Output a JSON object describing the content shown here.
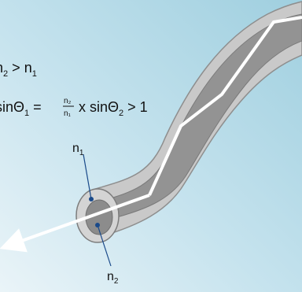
{
  "colors": {
    "bg_top_right": "#a9d4e2",
    "bg_bottom_left": "#e6f2f7",
    "cladding": "#c4c4c4",
    "core": "#8f8f8f",
    "ray": "#ffffff",
    "text": "#111111"
  },
  "condition": {
    "lhs_var": "n",
    "lhs_sub": "2",
    "operator": ">",
    "rhs_var": "n",
    "rhs_sub": "1"
  },
  "equation": {
    "lhs": "sinΘ",
    "lhs_sub": "1",
    "equals": "=",
    "frac_num": "n₂",
    "frac_den": "n₁",
    "times": "x sinΘ",
    "times_sub": "2",
    "relation": "> 1"
  },
  "labels": {
    "n1_var": "n",
    "n1_sub": "1",
    "n2_var": "n",
    "n2_sub": "2"
  }
}
